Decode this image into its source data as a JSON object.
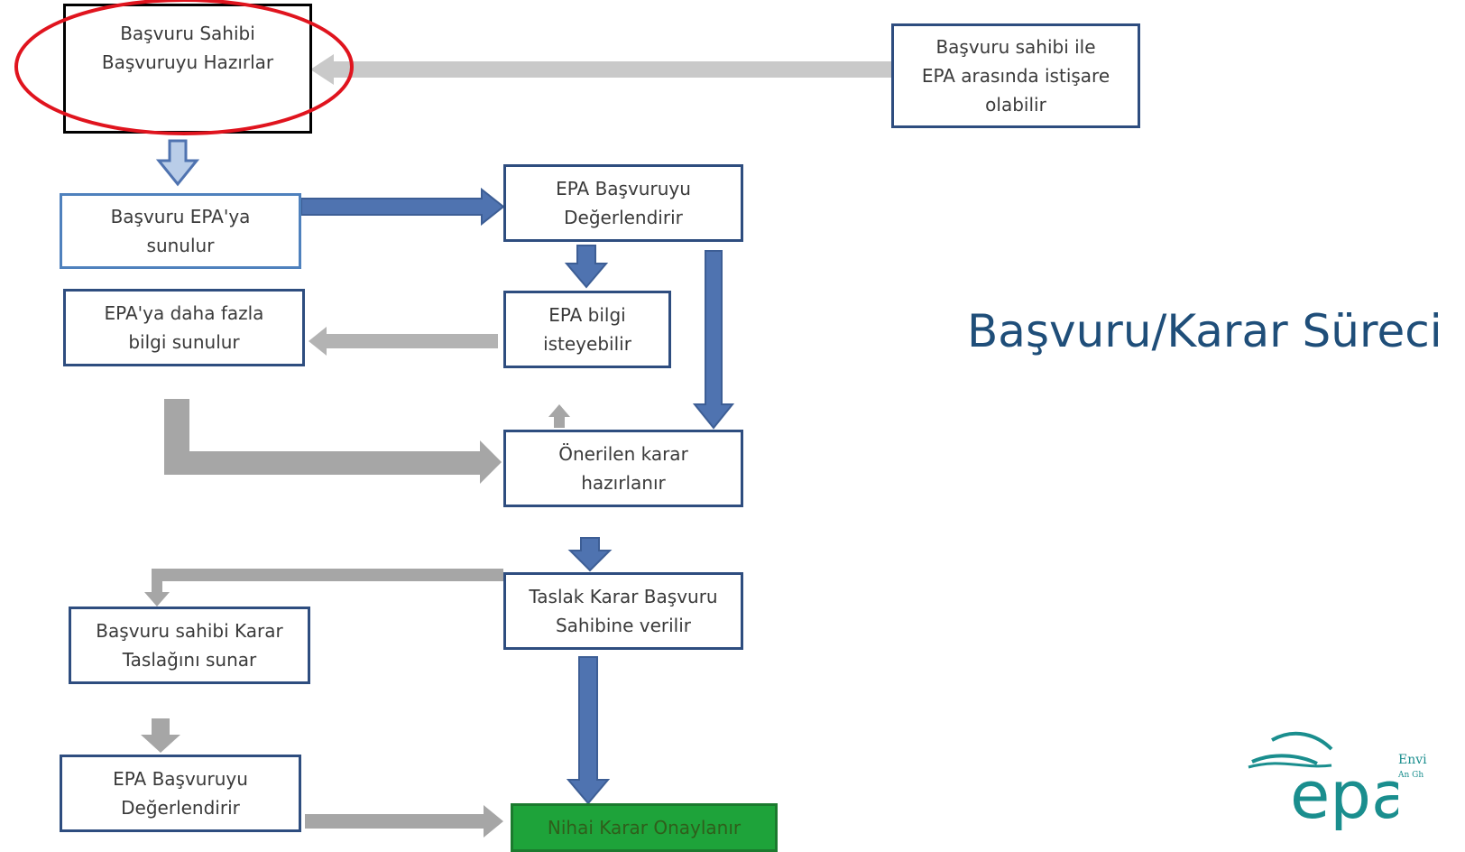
{
  "title": "Başvuru/Karar Süreci",
  "nodes": {
    "prepare": "Başvuru Sahibi\nBaşvuruyu Hazırlar",
    "consult": "Başvuru sahibi ile\nEPA arasında istişare\nolabilir",
    "submit": "Başvuru EPA'ya\nsunulur",
    "evaluate_1": "EPA Başvuruyu\nDeğerlendirir",
    "more_info": "EPA'ya daha fazla\nbilgi sunulur",
    "request_info": "EPA bilgi\nisteyebilir",
    "proposed": "Önerilen karar\nhazırlanır",
    "draft": "Taslak Karar Başvuru\nSahibine verilir",
    "applicant_submits": "Başvuru sahibi Karar\nTaslağını sunar",
    "evaluate_2": "EPA Başvuruyu\nDeğerlendirir",
    "final": "Nihai Karar Onaylanır"
  },
  "logo": {
    "mark": "epa",
    "line1": "Envi",
    "line2": "An Gh"
  },
  "colors": {
    "box_border": "#2e4d7f",
    "blue_arrow": "#4f73b0",
    "gray_arrow": "#a6a6a6",
    "highlight_ellipse": "#e0141e",
    "final_fill": "#1ea33a",
    "title": "#1f4e79"
  }
}
